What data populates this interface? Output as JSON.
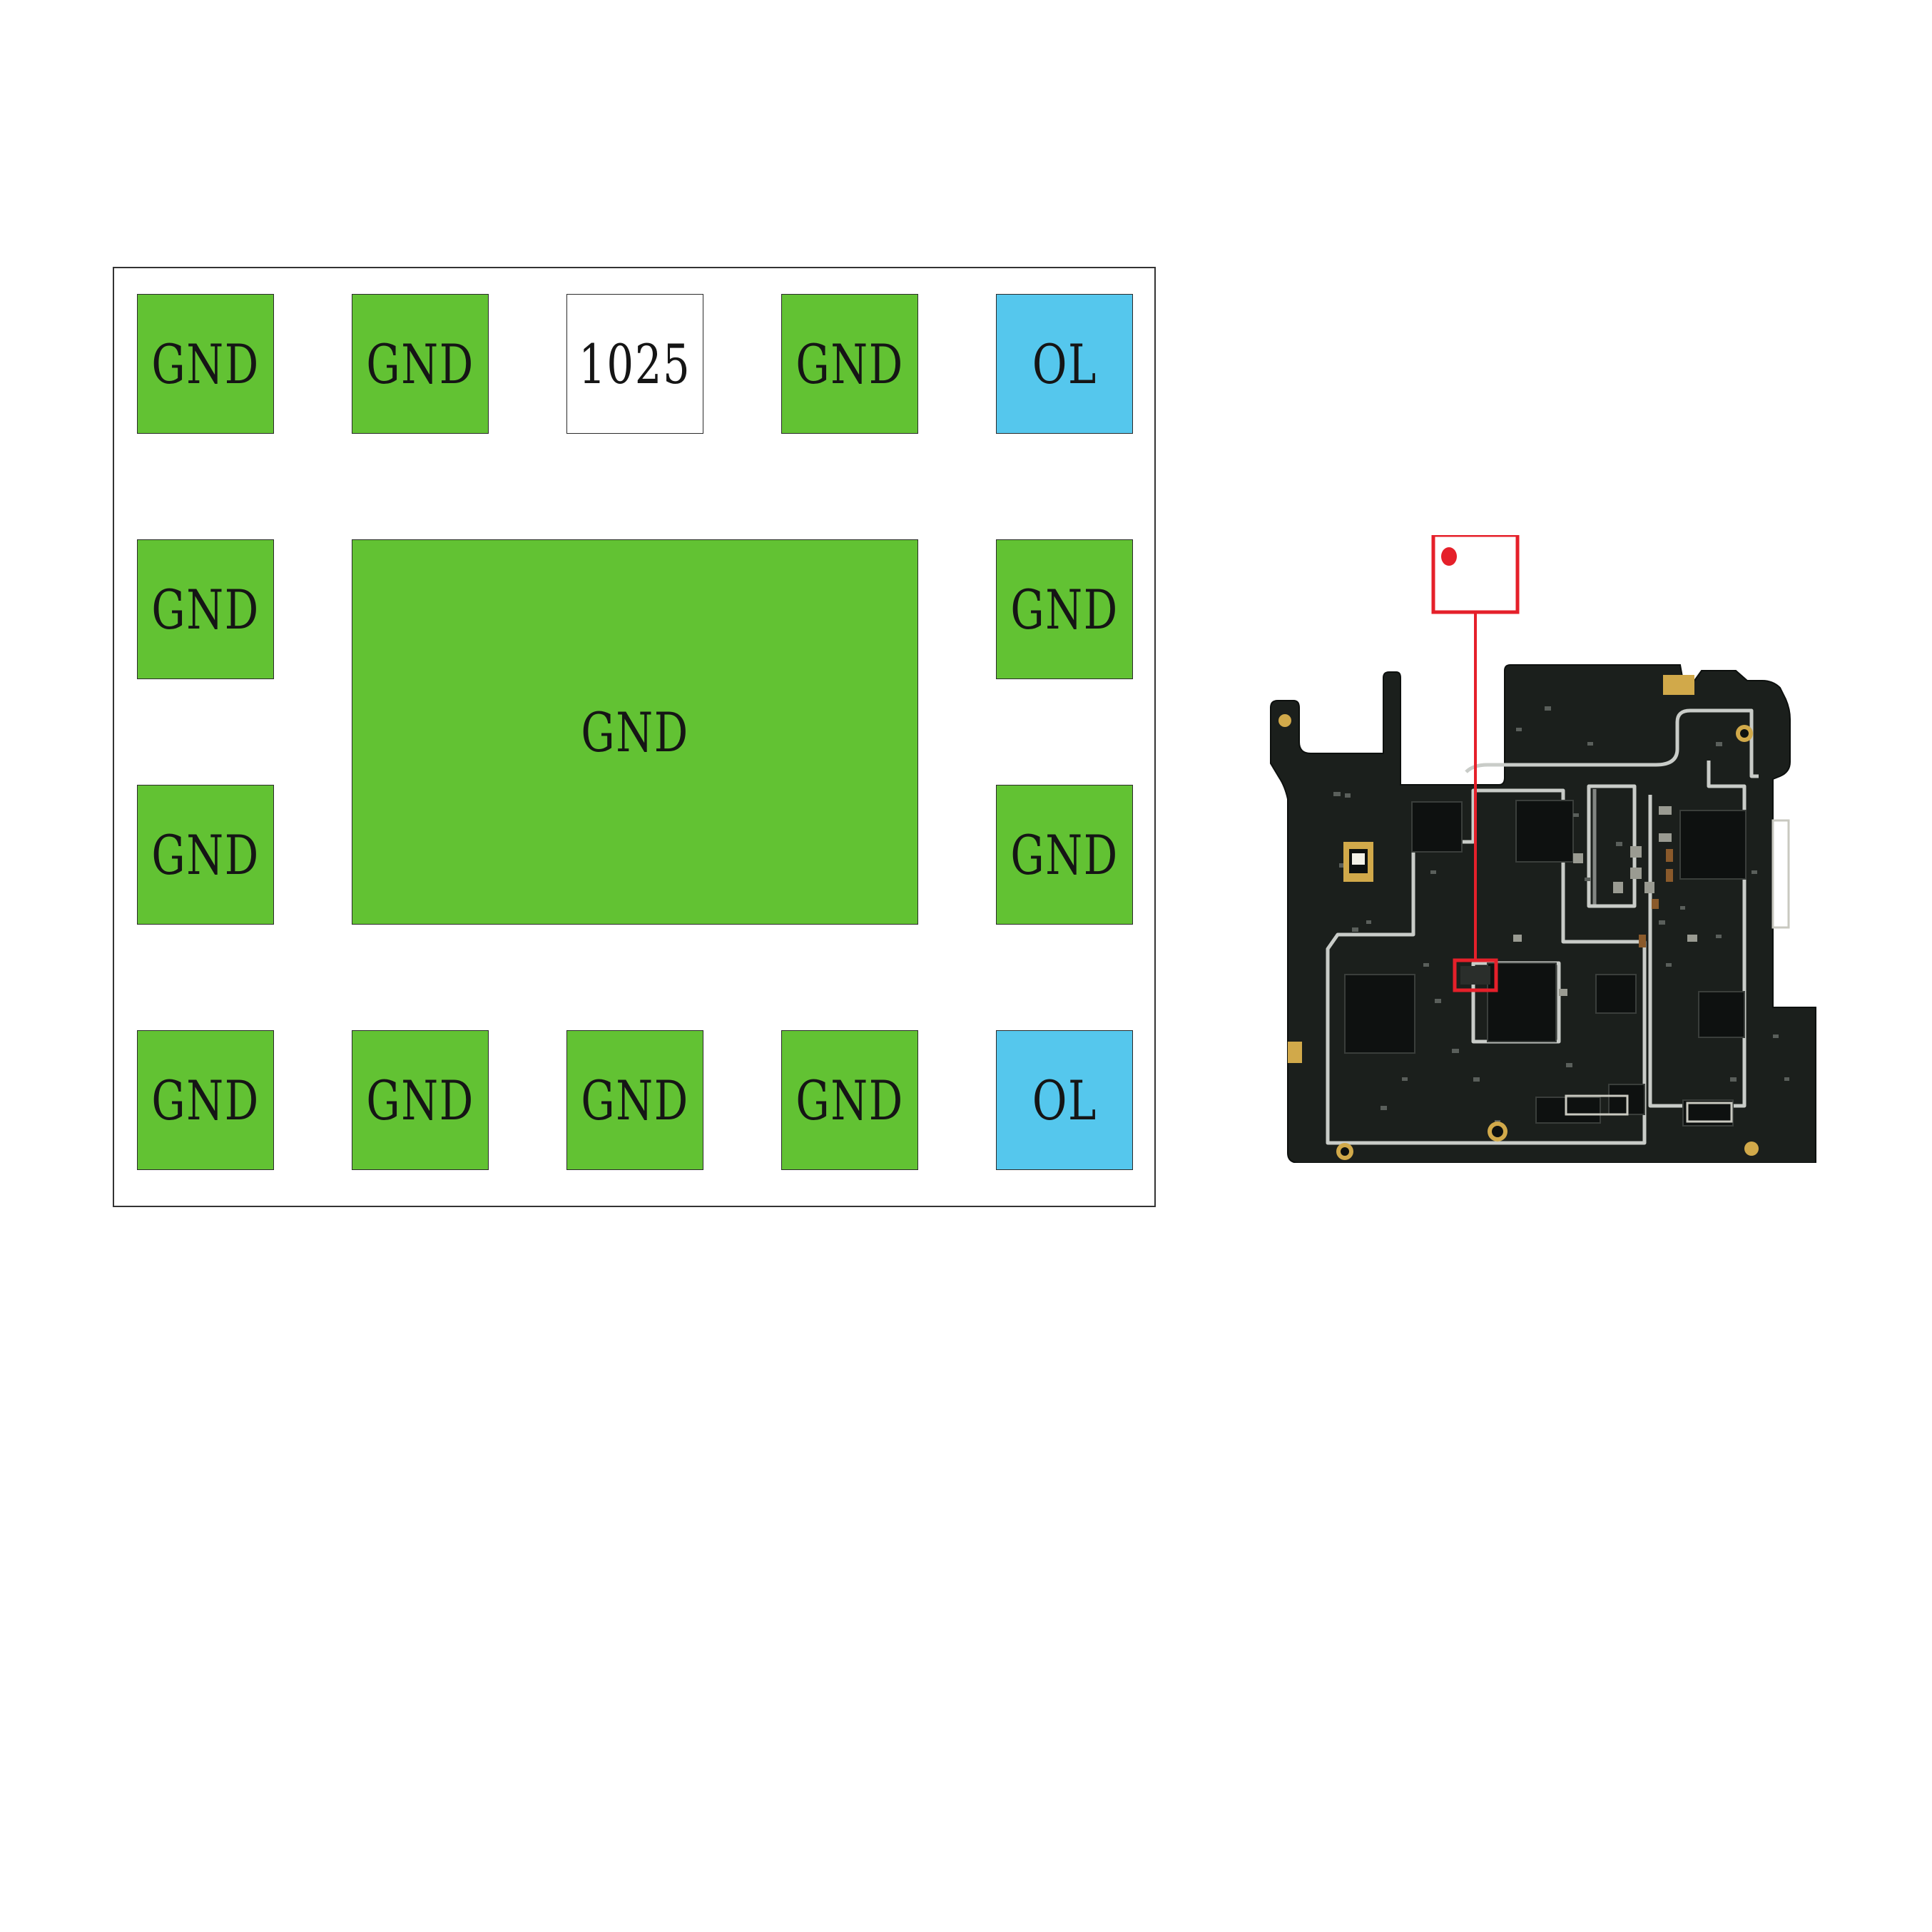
{
  "colors": {
    "gnd": "#62c233",
    "ol": "#55c7ed",
    "value_pad": "#ffffff",
    "marker": "#e5202a",
    "board": "#1b1f1c",
    "board_trace": "#c9ccc8",
    "gold": "#d1a94a"
  },
  "pads": {
    "top_row": [
      "GND",
      "GND",
      "1025",
      "GND",
      "OL"
    ],
    "left_column": [
      "GND",
      "GND"
    ],
    "right_column": [
      "GND",
      "GND"
    ],
    "center": "GND",
    "bottom_row": [
      "GND",
      "GND",
      "GND",
      "GND",
      "OL"
    ]
  },
  "board": {
    "marker_icon": "red-dot-marker-icon",
    "highlight": "component-location-box"
  }
}
